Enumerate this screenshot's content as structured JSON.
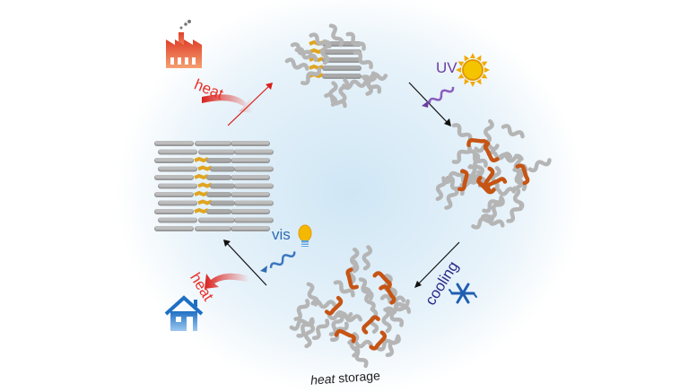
{
  "labels": {
    "heat_in": "heat",
    "uv": "UV",
    "cooling": "cooling",
    "vis": "vis",
    "heat_out": "heat",
    "storage_italic": "heat",
    "storage_rest": " storage"
  },
  "colors": {
    "heat": "#e8302a",
    "uv": "#6b3fa0",
    "cooling": "#2a2a8a",
    "vis": "#2f6db5",
    "azobenzene_trans": "#e0a520",
    "azobenzene_cis": "#c65414",
    "chain": "#bdbdbd",
    "house": "#1f6fc4",
    "factory": "#e0502a"
  },
  "icons": [
    "factory-icon",
    "sun-icon",
    "snowflake-icon",
    "lightbulb-icon",
    "house-icon"
  ]
}
